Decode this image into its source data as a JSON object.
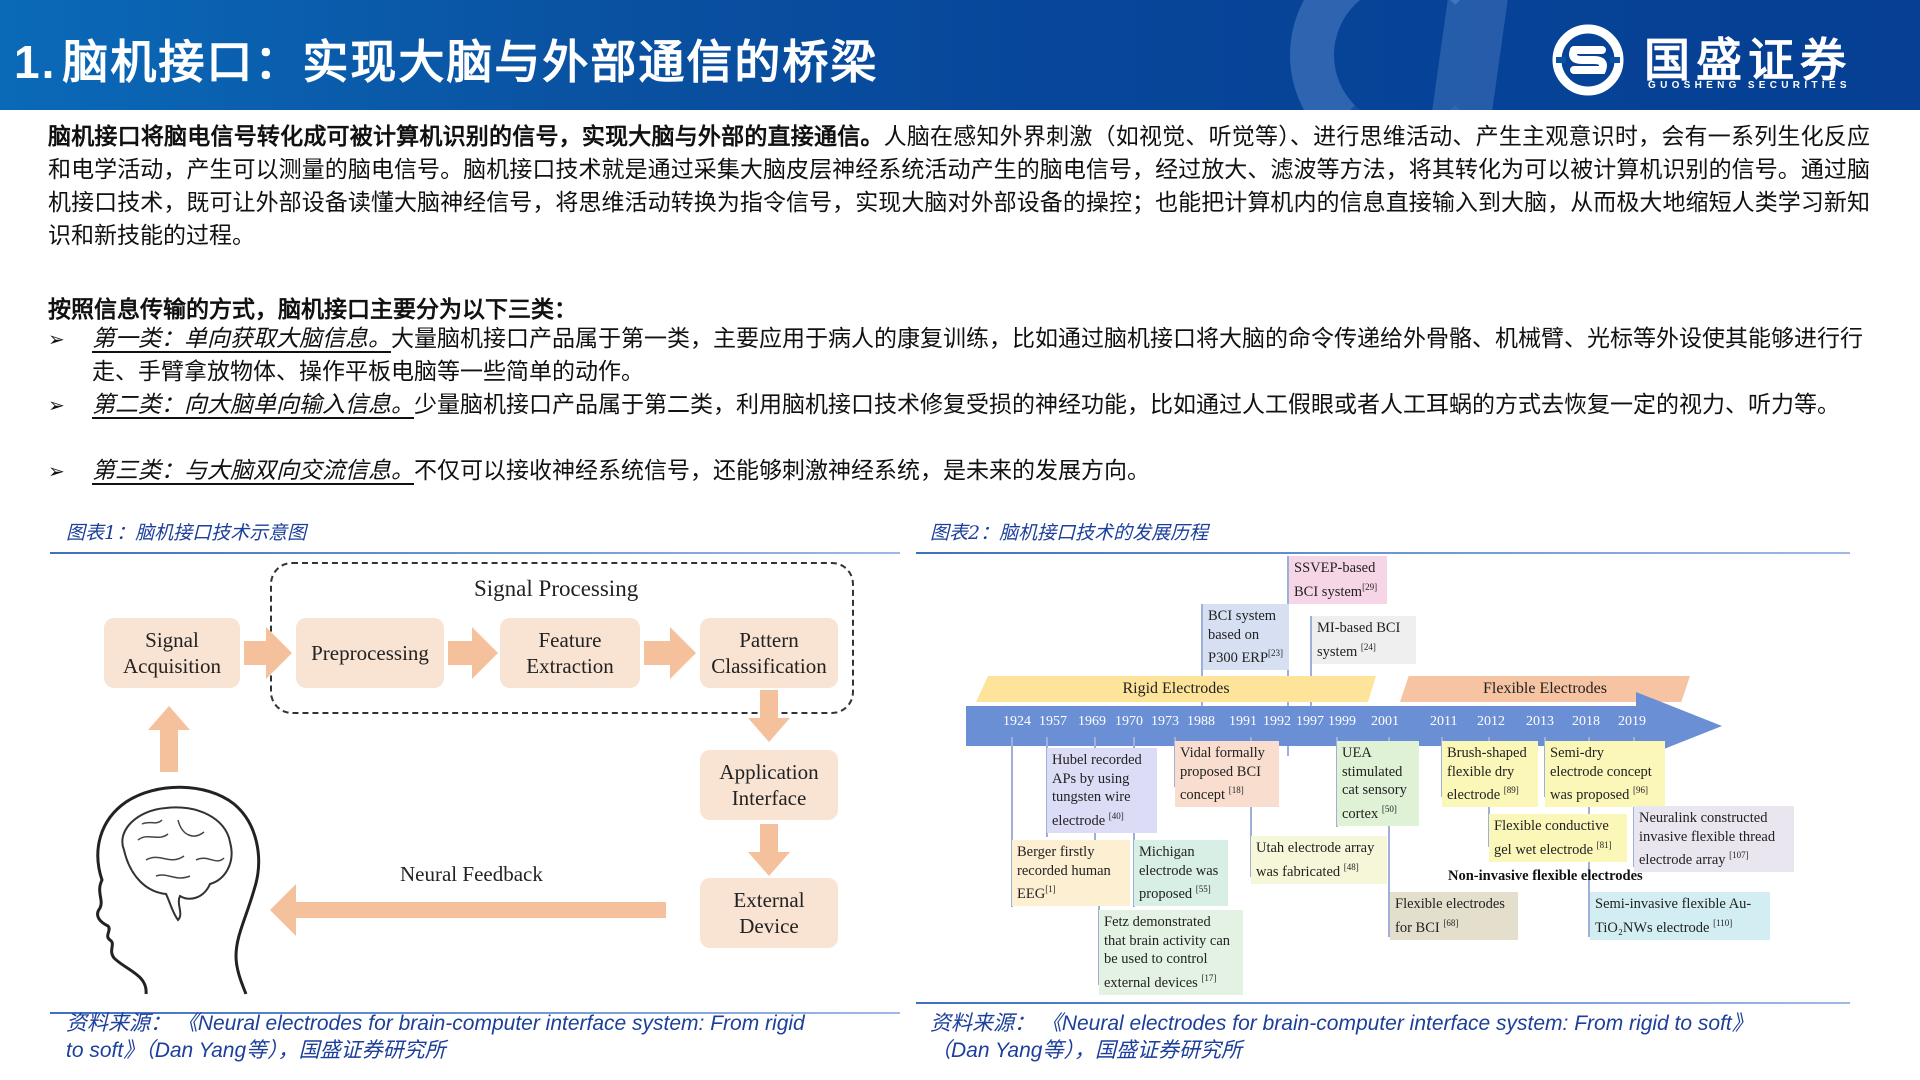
{
  "header": {
    "number": "1.",
    "title": "脑机接口：实现大脑与外部通信的桥梁",
    "logo_cn": "国盛证券",
    "logo_en": "GUOSHENG SECURITIES",
    "colors": {
      "bar_left": "#0a6ab8",
      "bar_right": "#063f94",
      "text": "#ffffff"
    }
  },
  "intro": {
    "bold_lead": "脑机接口将脑电信号转化成可被计算机识别的信号，实现大脑与外部的直接通信。",
    "text": "人脑在感知外界刺激（如视觉、听觉等）、进行思维活动、产生主观意识时，会有一系列生化反应和电学活动，产生可以测量的脑电信号。脑机接口技术就是通过采集大脑皮层神经系统活动产生的脑电信号，经过放大、滤波等方法，将其转化为可以被计算机识别的信号。通过脑机接口技术，既可让外部设备读懂大脑神经信号，将思维活动转换为指令信号，实现大脑对外部设备的操控；也能把计算机内的信息直接输入到大脑，从而极大地缩短人类学习新知识和新技能的过程。"
  },
  "classification": {
    "heading": "按照信息传输的方式，脑机接口主要分为以下三类：",
    "bullets": [
      {
        "lead": "第一类：单向获取大脑信息。",
        "text": "大量脑机接口产品属于第一类，主要应用于病人的康复训练，比如通过脑机接口将大脑的命令传递给外骨骼、机械臂、光标等外设使其能够进行行走、手臂拿放物体、操作平板电脑等一些简单的动作。"
      },
      {
        "lead": "第二类：向大脑单向输入信息。",
        "text": "少量脑机接口产品属于第二类，利用脑机接口技术修复受损的神经功能，比如通过人工假眼或者人工耳蜗的方式去恢复一定的视力、听力等。"
      },
      {
        "lead": "第三类：与大脑双向交流信息。",
        "text": "不仅可以接收神经系统信号，还能够刺激神经系统，是未来的发展方向。"
      }
    ]
  },
  "figure1": {
    "caption": "图表1：脑机接口技术示意图",
    "group_label": "Signal Processing",
    "boxes": {
      "acquisition": [
        "Signal",
        "Acquisition"
      ],
      "preprocessing": [
        "Preprocessing"
      ],
      "feature": [
        "Feature",
        "Extraction"
      ],
      "pattern": [
        "Pattern",
        "Classification"
      ],
      "application": [
        "Application",
        "Interface"
      ],
      "device": [
        "External",
        "Device"
      ]
    },
    "feedback_label": "Neural Feedback",
    "source": "资料来源：《Neural electrodes for brain-computer interface system: From rigid to soft》（Dan Yang等），国盛证券研究所",
    "colors": {
      "box": "#f9e3d2",
      "arrow": "#f4c19c"
    }
  },
  "figure2": {
    "caption": "图表2：脑机接口技术的发展历程",
    "bands": {
      "rigid": "Rigid Electrodes",
      "flexible": "Flexible Electrodes"
    },
    "years": [
      "1924",
      "1957",
      "1969",
      "1970",
      "1973",
      "1988",
      "1991",
      "1992",
      "1997",
      "1999",
      "2001",
      "2011",
      "2012",
      "2013",
      "2018",
      "2019"
    ],
    "events_above": [
      {
        "id": "p300",
        "lines": [
          "BCI system",
          "based on",
          "P300 ERP"
        ],
        "ref": "[23]",
        "color": "#d6e0f2"
      },
      {
        "id": "ssvep",
        "lines": [
          "SSVEP-based",
          "BCI system"
        ],
        "ref": "[29]",
        "color": "#f6d6e6"
      },
      {
        "id": "mi",
        "lines": [
          "MI-based BCI",
          "system "
        ],
        "ref": "[24]",
        "color": "#efefef"
      }
    ],
    "events_below": [
      {
        "id": "hubel",
        "lines": [
          "Hubel recorded",
          "APs by using",
          "tungsten wire",
          "electrode "
        ],
        "ref": "[40]",
        "color": "#dcdcf6"
      },
      {
        "id": "vidal",
        "lines": [
          "Vidal formally",
          "proposed BCI",
          "concept "
        ],
        "ref": "[18]",
        "color": "#f9ded0"
      },
      {
        "id": "uea",
        "lines": [
          "UEA",
          "stimulated",
          "cat sensory",
          "cortex "
        ],
        "ref": "[50]",
        "color": "#dff2d6"
      },
      {
        "id": "berger",
        "lines": [
          "Berger firstly",
          "recorded human",
          "EEG"
        ],
        "ref": "[1]",
        "color": "#fdefd2"
      },
      {
        "id": "michigan",
        "lines": [
          "Michigan",
          "electrode was",
          "proposed "
        ],
        "ref": "[55]",
        "color": "#d8efe6"
      },
      {
        "id": "utah",
        "lines": [
          "Utah electrode array",
          "was fabricated "
        ],
        "ref": "[48]",
        "color": "#f6f6d8"
      },
      {
        "id": "fetz",
        "lines": [
          "Fetz demonstrated",
          "that brain activity can",
          "be used to control",
          "external devices "
        ],
        "ref": "[17]",
        "color": "#e4f2e4"
      },
      {
        "id": "brush",
        "lines": [
          "Brush-shaped",
          "flexible dry",
          "electrode "
        ],
        "ref": "[89]",
        "color": "#fbf7b8"
      },
      {
        "id": "semidry",
        "lines": [
          "Semi-dry",
          "electrode concept",
          "was proposed "
        ],
        "ref": "[96]",
        "color": "#fbf7b8"
      },
      {
        "id": "gel",
        "lines": [
          "Flexible conductive",
          "gel wet electrode "
        ],
        "ref": "[81]",
        "color": "#fbf7b8"
      },
      {
        "id": "neuralink",
        "lines": [
          "Neuralink constructed",
          "invasive flexible thread",
          "electrode array "
        ],
        "ref": "[107]",
        "color": "#e9e6ef"
      },
      {
        "id": "flexbci",
        "lines": [
          "Flexible electrodes",
          "for BCI "
        ],
        "ref": "[68]",
        "color": "#e4dfcc"
      },
      {
        "id": "semiinv",
        "lines": [
          "Semi-invasive flexible Au-",
          "TiO₂NWs electrode "
        ],
        "ref": "[110]",
        "color": "#d2eef2"
      }
    ],
    "noninvasive_label": "Non-invasive flexible electrodes",
    "source_line1": "资料来源：  《Neural electrodes for brain-computer interface system: From rigid to soft》",
    "source_line2": "（Dan Yang等），国盛证券研究所",
    "colors": {
      "timeline": "#6b8fd4",
      "rigid_band": "#fde49a",
      "flexible_band": "#f6c3a3"
    }
  },
  "figure1_source_line1": "资料来源：  《Neural electrodes for brain-computer interface system: From rigid",
  "figure1_source_line2": "to soft》（Dan Yang等），国盛证券研究所"
}
